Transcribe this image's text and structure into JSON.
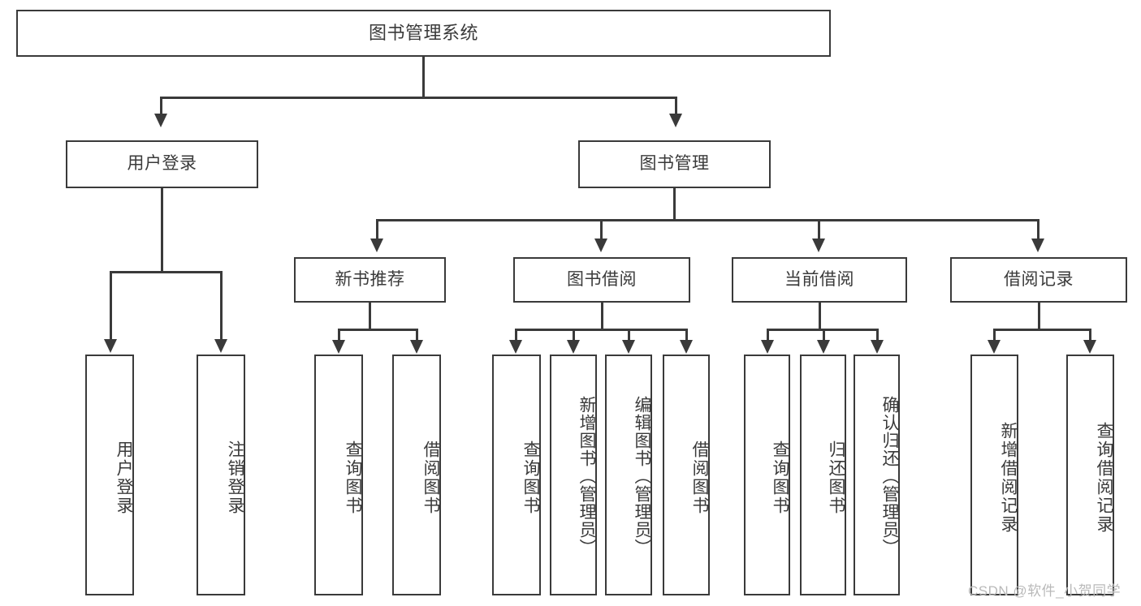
{
  "diagram": {
    "kind": "tree-hierarchy-diagram",
    "root": {
      "label": "图书管理系统"
    },
    "level1": [
      {
        "id": "user-login",
        "label": "用户登录"
      },
      {
        "id": "book-manage",
        "label": "图书管理"
      }
    ],
    "level2": [
      {
        "id": "new-book-recommend",
        "label": "新书推荐",
        "parent": "book-manage"
      },
      {
        "id": "book-borrow",
        "label": "图书借阅",
        "parent": "book-manage"
      },
      {
        "id": "current-borrow",
        "label": "当前借阅",
        "parent": "book-manage"
      },
      {
        "id": "borrow-record",
        "label": "借阅记录",
        "parent": "book-manage"
      }
    ],
    "leaves": [
      {
        "id": "leaf-user-login",
        "label": "用户登录",
        "parent": "user-login"
      },
      {
        "id": "leaf-user-logout",
        "label": "注销登录",
        "parent": "user-login"
      },
      {
        "id": "leaf-query-book-1",
        "label": "查询图书",
        "parent": "new-book-recommend"
      },
      {
        "id": "leaf-borrow-book-1",
        "label": "借阅图书",
        "parent": "new-book-recommend"
      },
      {
        "id": "leaf-query-book-2",
        "label": "查询图书",
        "parent": "book-borrow"
      },
      {
        "id": "leaf-add-book",
        "label": "新增图书（管理员）",
        "parent": "book-borrow"
      },
      {
        "id": "leaf-edit-book",
        "label": "编辑图书（管理员）",
        "parent": "book-borrow"
      },
      {
        "id": "leaf-borrow-book-2",
        "label": "借阅图书",
        "parent": "book-borrow"
      },
      {
        "id": "leaf-query-book-3",
        "label": "查询图书",
        "parent": "current-borrow"
      },
      {
        "id": "leaf-return-book",
        "label": "归还图书",
        "parent": "current-borrow"
      },
      {
        "id": "leaf-confirm-return",
        "label": "确认归还（管理员）",
        "parent": "current-borrow"
      },
      {
        "id": "leaf-add-record",
        "label": "新增借阅记录",
        "parent": "borrow-record"
      },
      {
        "id": "leaf-query-record",
        "label": "查询借阅记录",
        "parent": "borrow-record"
      }
    ]
  },
  "watermark": {
    "text": "CSDN @软件_小贺同学"
  },
  "colors": {
    "stroke": "#3a3a3a",
    "background": "#ffffff",
    "watermark": "#b9b9b9"
  }
}
